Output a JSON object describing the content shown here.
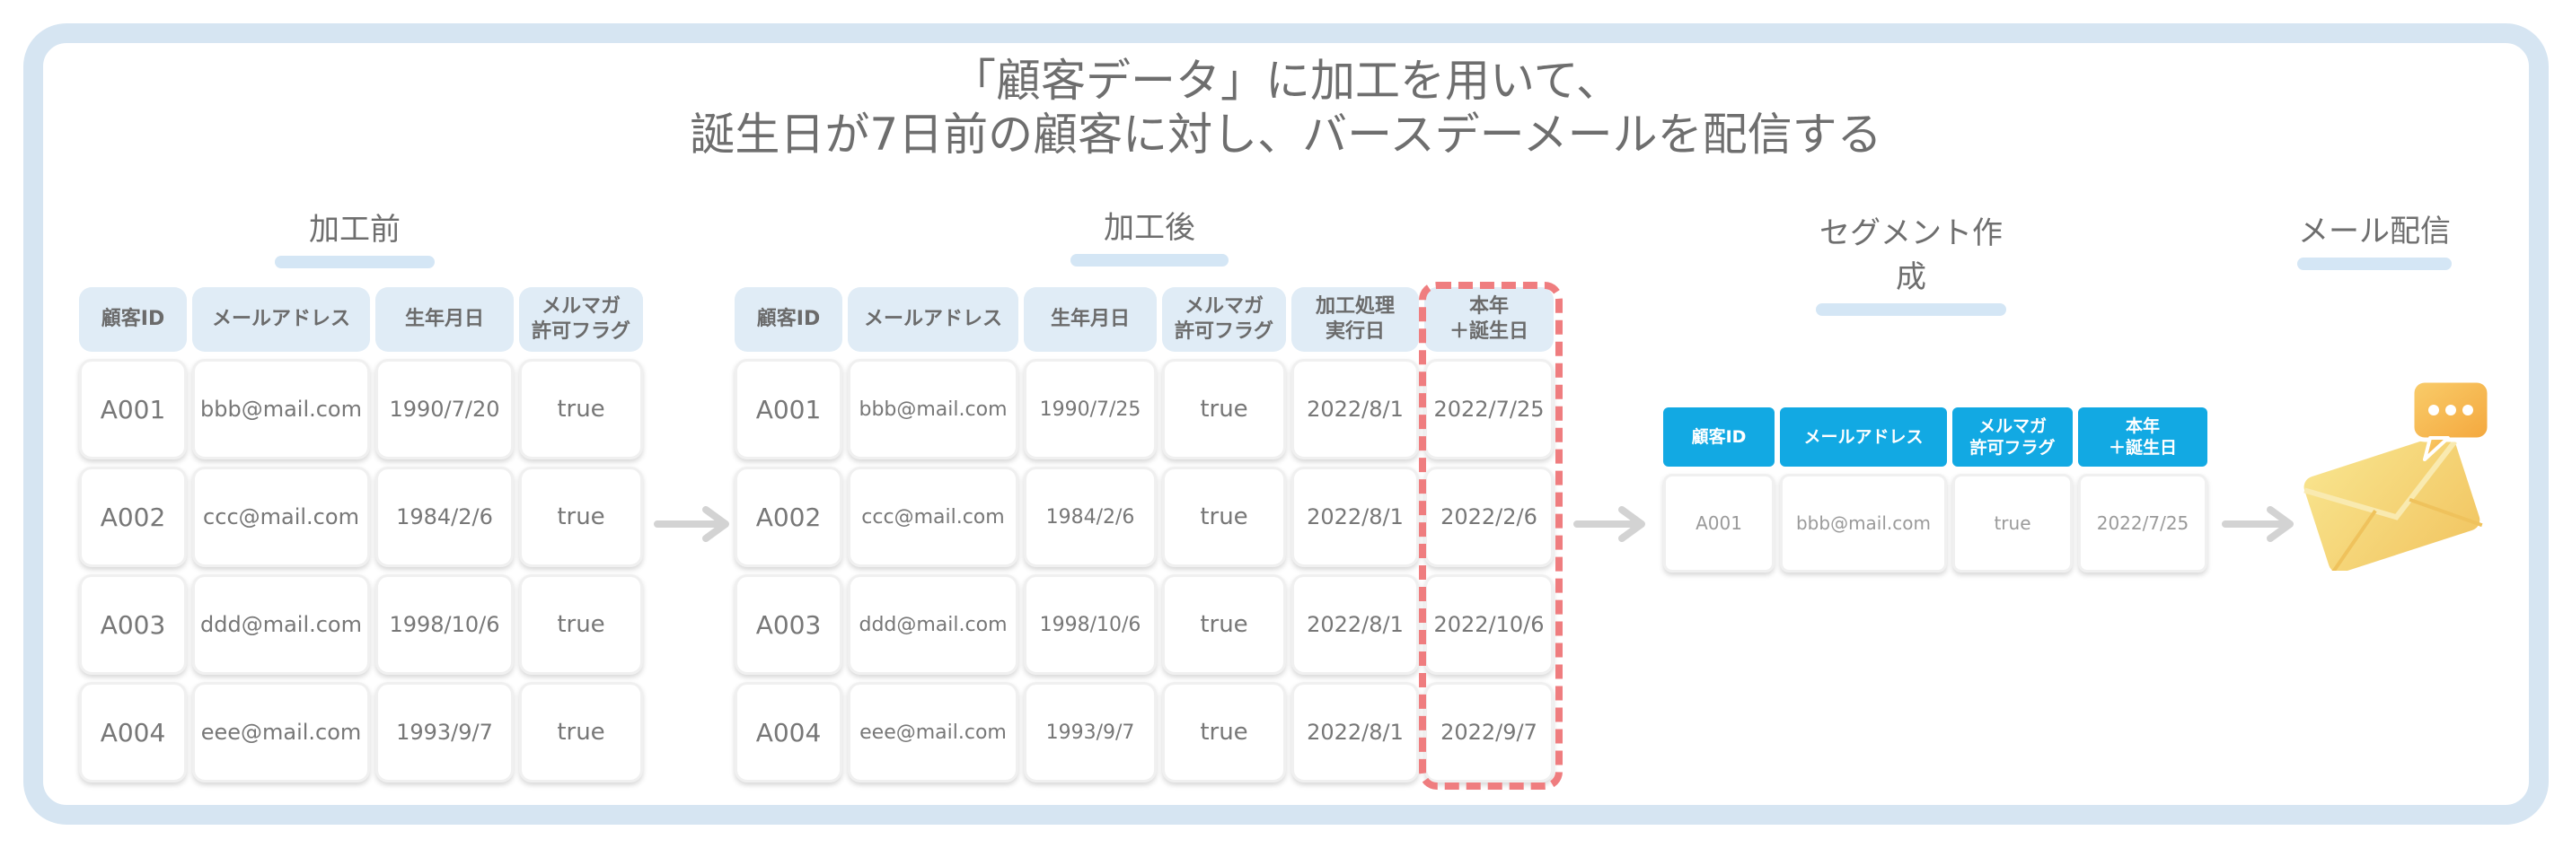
{
  "title": {
    "line1": "「顧客データ」に加工を用いて、",
    "line2": "誕生日が7日前の顧客に対し、バースデーメールを配信する"
  },
  "sections": {
    "before": "加工前",
    "after": "加工後",
    "segment": "セグメント作成",
    "mail": "メール配信"
  },
  "before_table": {
    "headers": [
      "顧客ID",
      "メールアドレス",
      "生年月日",
      "メルマガ\n許可フラグ"
    ],
    "rows": [
      [
        "A001",
        "bbb@mail.com",
        "1990/7/20",
        "true"
      ],
      [
        "A002",
        "ccc@mail.com",
        "1984/2/6",
        "true"
      ],
      [
        "A003",
        "ddd@mail.com",
        "1998/10/6",
        "true"
      ],
      [
        "A004",
        "eee@mail.com",
        "1993/9/7",
        "true"
      ]
    ]
  },
  "after_table": {
    "headers": [
      "顧客ID",
      "メールアドレス",
      "生年月日",
      "メルマガ\n許可フラグ",
      "加工処理\n実行日",
      "本年\n＋誕生日"
    ],
    "rows": [
      [
        "A001",
        "bbb@mail.com",
        "1990/7/25",
        "true",
        "2022/8/1",
        "2022/7/25"
      ],
      [
        "A002",
        "ccc@mail.com",
        "1984/2/6",
        "true",
        "2022/8/1",
        "2022/2/6"
      ],
      [
        "A003",
        "ddd@mail.com",
        "1998/10/6",
        "true",
        "2022/8/1",
        "2022/10/6"
      ],
      [
        "A004",
        "eee@mail.com",
        "1993/9/7",
        "true",
        "2022/8/1",
        "2022/9/7"
      ]
    ]
  },
  "segment_table": {
    "headers": [
      "顧客ID",
      "メールアドレス",
      "メルマガ\n許可フラグ",
      "本年\n＋誕生日"
    ],
    "rows": [
      [
        "A001",
        "bbb@mail.com",
        "true",
        "2022/7/25"
      ]
    ]
  },
  "colors": {
    "frame": "#d6e5f2",
    "header_light": "#e0ecf6",
    "header_blue": "#12a9e3",
    "highlight_dashed": "#ef7d7f",
    "arrow": "#d3d3d3",
    "envelope": "#f6d978",
    "bubble": "#f7b84e"
  },
  "icons": [
    "arrow-right-icon",
    "mail-envelope-icon",
    "chat-bubble-icon"
  ]
}
